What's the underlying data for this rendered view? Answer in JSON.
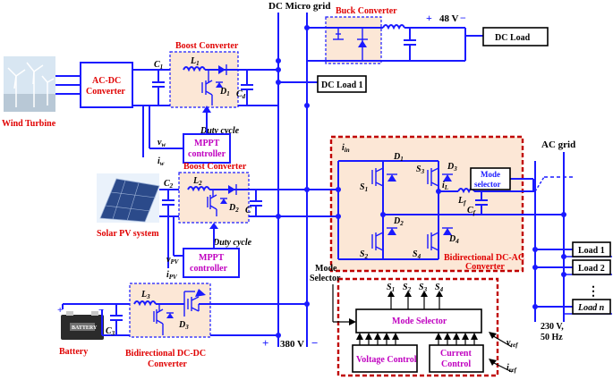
{
  "labels": {
    "dc_microgrid": "DC Micro grid",
    "buck_converter": "Buck Converter",
    "v48": "48 V",
    "dc_load": "DC Load",
    "ac_dc_converter_1": "AC-DC",
    "ac_dc_converter_2": "Converter",
    "boost_converter_top": "Boost Converter",
    "dc_load_1": "DC Load 1",
    "wind_turbine": "Wind Turbine",
    "duty_cycle_1": "Duty cycle",
    "mppt_1_line1": "MPPT",
    "mppt_1_line2": "controller",
    "boost_converter_mid": "Boost Converter",
    "solar_pv": "Solar PV system",
    "duty_cycle_2": "Duty cycle",
    "mppt_2_line1": "MPPT",
    "mppt_2_line2": "controller",
    "battery": "Battery",
    "battery_tag": "BATTERY",
    "bidir_dcdc_line1": "Bidirectional DC-DC",
    "bidir_dcdc_line2": "Converter",
    "v380": "380 V",
    "ac_grid": "AC grid",
    "mode_selector_small_1": "Mode",
    "mode_selector_small_2": "selector",
    "bidir_dcac_line1": "Bidirectional DC-AC",
    "bidir_dcac_line2": "Converter",
    "load1": "Load 1",
    "load2": "Load 2",
    "loadn": "Load n",
    "v230": "230 V,",
    "hz50": "50 Hz",
    "mode_selector_left_1": "Mode",
    "mode_selector_left_2": "Selector",
    "mode_selector_big": "Mode Selector",
    "voltage_control": "Voltage Control",
    "current_control_1": "Current",
    "current_control_2": "Control",
    "plus": "+",
    "minus": "−"
  },
  "symbols": {
    "c1": "C",
    "c1s": "1",
    "l1": "L",
    "l1s": "1",
    "d1": "D",
    "d1s": "1",
    "cd": "C",
    "cds": "d",
    "vw": "v",
    "vws": "w",
    "iw": "i",
    "iws": "w",
    "c2": "C",
    "c2s": "2",
    "l2": "L",
    "l2s": "2",
    "d2": "D",
    "d2s": "2",
    "c": "C",
    "vpv": "v",
    "vpvs": "PV",
    "ipv": "i",
    "ipvs": "PV",
    "c3": "C",
    "c3s": "3",
    "l3": "L",
    "l3s": "3",
    "d3": "D",
    "d3s": "3",
    "iin": "i",
    "iins": "in",
    "il": "i",
    "ils": "L",
    "lf": "L",
    "lfs": "f",
    "cf": "C",
    "cfs": "f",
    "s1": "S",
    "s1s": "1",
    "s2": "S",
    "s2s": "2",
    "s3": "S",
    "s3s": "3",
    "s4": "S",
    "s4s": "4",
    "di1": "D",
    "di1s": "1",
    "di2": "D",
    "di2s": "2",
    "di3": "D",
    "di3s": "3",
    "di4": "D",
    "di4s": "4",
    "vref": "v",
    "vrefs": "ref",
    "iref": "i",
    "irefs": "ref",
    "dots": "⋮"
  },
  "colors": {
    "wire": "#1a1aff",
    "converter_fill": "#fce7d6",
    "dashed_border": "#c00000",
    "title_red": "#e00000",
    "controller_magenta": "#c000c0"
  }
}
